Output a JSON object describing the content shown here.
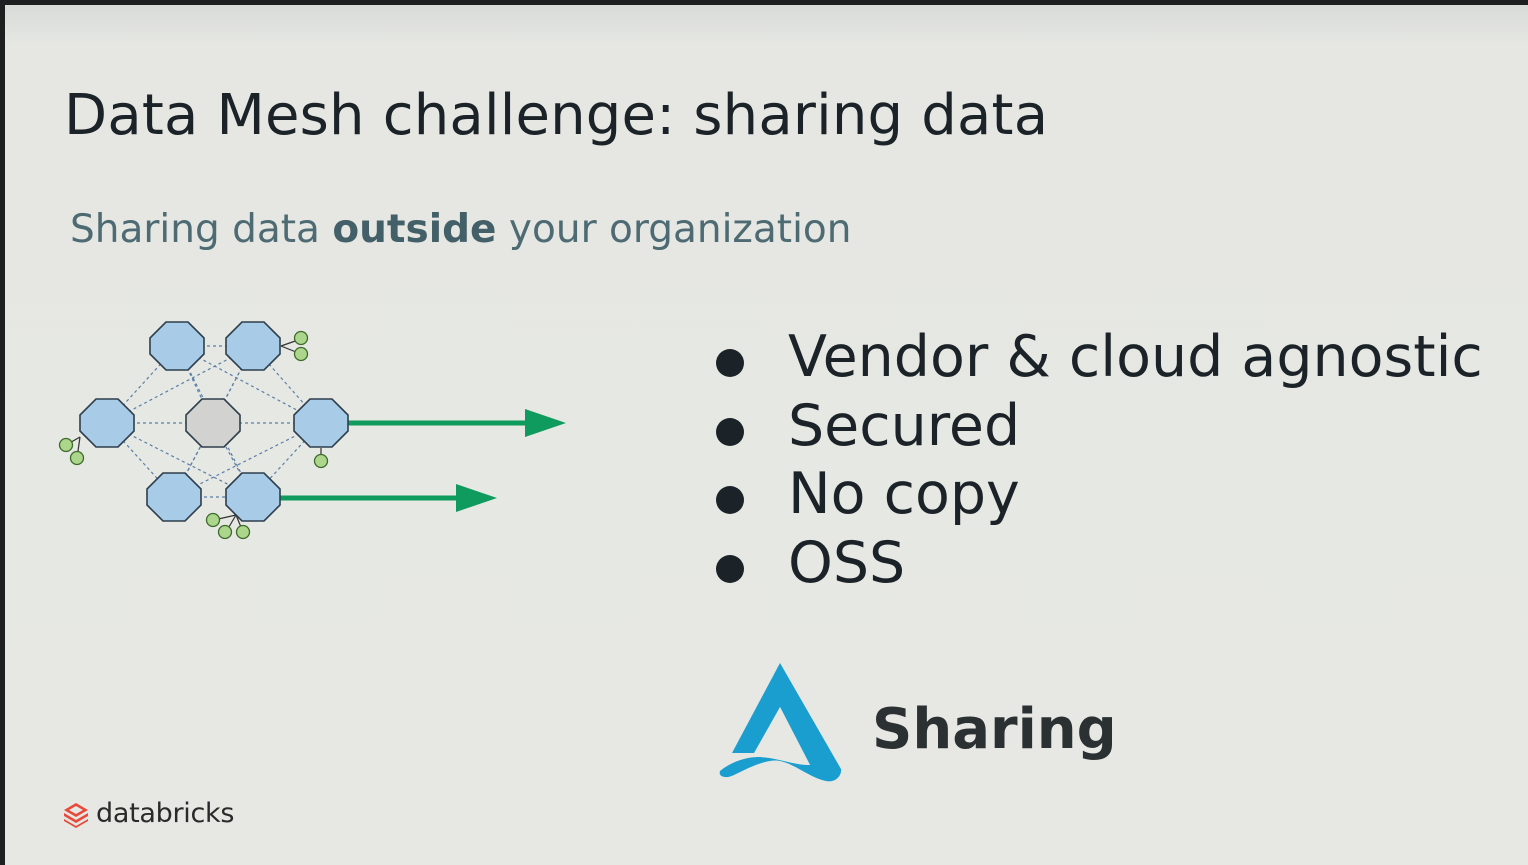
{
  "slide": {
    "title": "Data Mesh challenge: sharing data",
    "subtitle": {
      "before": "Sharing data ",
      "emphasis": "outside",
      "after": " your organization"
    },
    "bullets": [
      "Vendor & cloud agnostic",
      "Secured",
      "No copy",
      "OSS"
    ],
    "product": {
      "label": "Sharing",
      "logo_icon": "delta-sharing-logo-icon"
    },
    "brand": {
      "name": "databricks",
      "icon": "databricks-logo-icon"
    },
    "diagram": {
      "icon": "data-mesh-diagram-icon",
      "colors": {
        "node_fill": "#a8cce8",
        "center_fill": "#d2d3d1",
        "leaf_fill": "#acd68c",
        "arrow": "#0f9b5d"
      }
    }
  }
}
